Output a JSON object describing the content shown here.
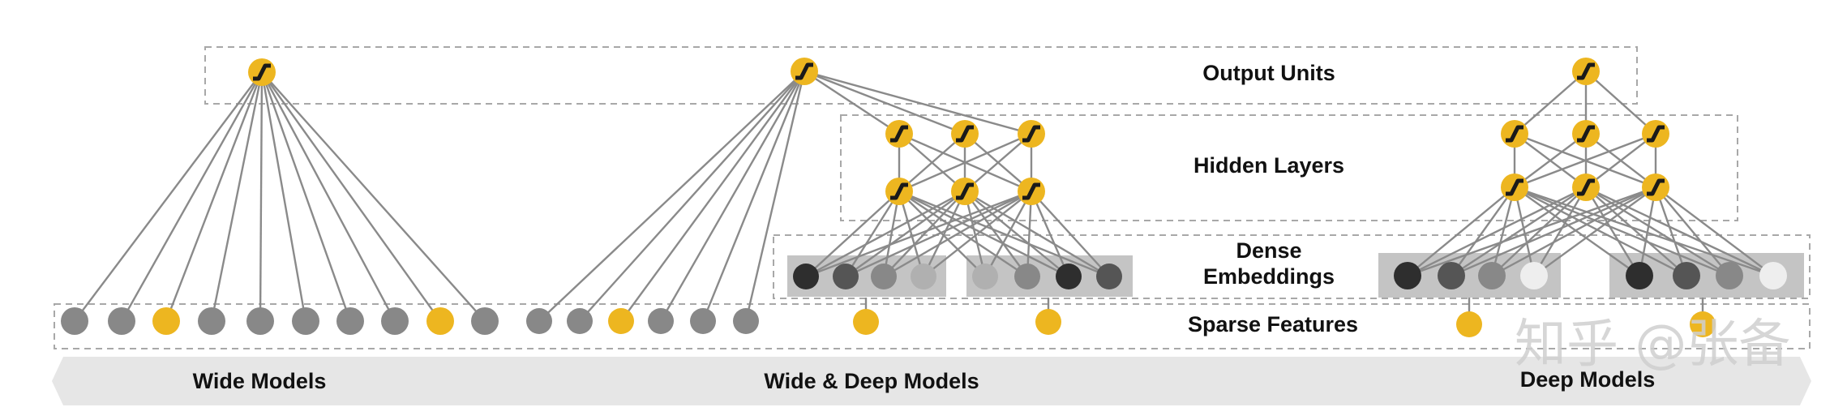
{
  "labels": {
    "output_units": "Output Units",
    "hidden_layers": "Hidden Layers",
    "dense_embeddings_line1": "Dense",
    "dense_embeddings_line2": "Embeddings",
    "sparse_features": "Sparse Features"
  },
  "models": {
    "wide": "Wide Models",
    "wide_deep": "Wide & Deep Models",
    "deep": "Deep Models"
  },
  "watermark": "知乎 @张备",
  "colors": {
    "yellow": "#EDB620",
    "gray": "#888888",
    "light_gray": "#B0B0B0",
    "lighter_gray": "#CFCFCF",
    "dark": "#2E2E2E",
    "mid_dark": "#555555",
    "white_node": "#EEEEEE",
    "edge": "#8A8A8A",
    "dash_box": "#A8A8A8",
    "embed_box": "#C4C4C4",
    "band": "#E6E6E6"
  },
  "icons": {
    "activation": "sigmoid-activation-icon",
    "feature": "feature-node"
  }
}
